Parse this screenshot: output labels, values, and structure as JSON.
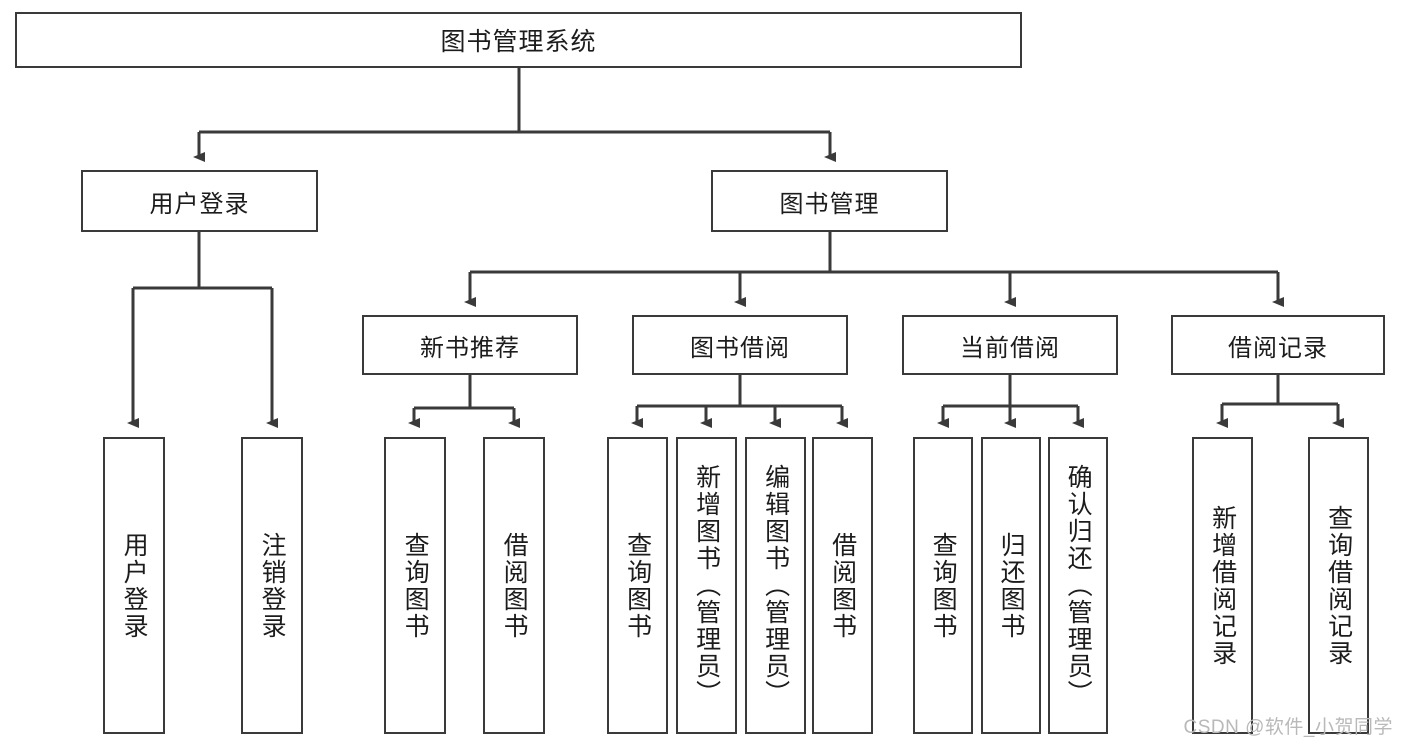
{
  "diagram": {
    "title": "图书管理系统",
    "watermark": "CSDN @软件_小贺同学",
    "stroke_color": "#3a3a3a",
    "text_color": "#1c1c1c",
    "background": "#ffffff",
    "levels": {
      "root": {
        "label": "图书管理系统"
      },
      "level2": [
        {
          "label": "用户登录"
        },
        {
          "label": "图书管理"
        }
      ],
      "level3": [
        {
          "label": "新书推荐"
        },
        {
          "label": "图书借阅"
        },
        {
          "label": "当前借阅"
        },
        {
          "label": "借阅记录"
        }
      ],
      "leaves": {
        "user_login": [
          {
            "label": "用户登录"
          },
          {
            "label": "注销登录"
          }
        ],
        "new_book_recommend": [
          {
            "label": "查询图书"
          },
          {
            "label": "借阅图书"
          }
        ],
        "book_borrow": [
          {
            "label": "查询图书"
          },
          {
            "label": "新增图书（管理员）"
          },
          {
            "label": "编辑图书（管理员）"
          },
          {
            "label": "借阅图书"
          }
        ],
        "current_borrow": [
          {
            "label": "查询图书"
          },
          {
            "label": "归还图书"
          },
          {
            "label": "确认归还（管理员）"
          }
        ],
        "borrow_record": [
          {
            "label": "新增借阅记录"
          },
          {
            "label": "查询借阅记录"
          }
        ]
      }
    }
  }
}
